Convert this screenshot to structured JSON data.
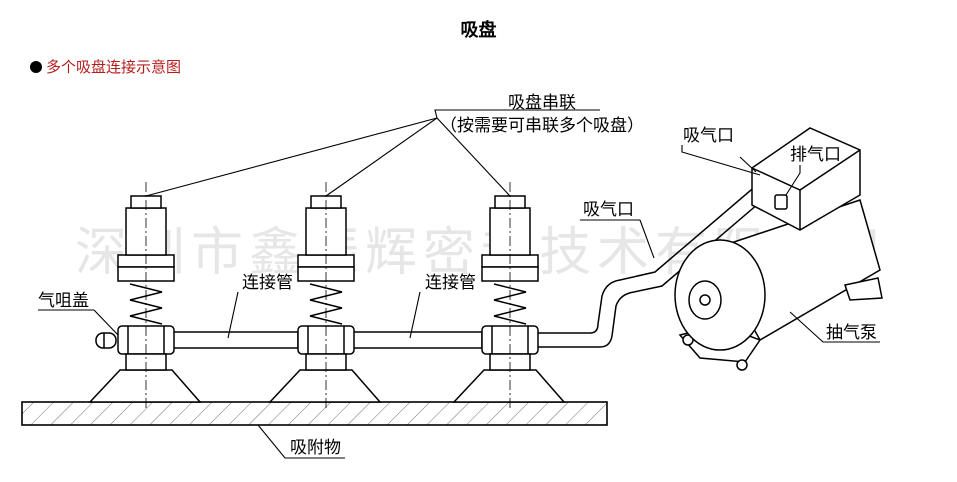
{
  "page_title": "吸盘",
  "section_heading": "多个吸盘连接示意图",
  "watermark": "深圳市鑫振辉密封技术有限公司",
  "labels": {
    "series_title": "吸盘串联",
    "series_note": "（按需要可串联多个吸盘）",
    "suction_port_top": "吸气口",
    "exhaust_port": "排气口",
    "suction_port_pipe": "吸气口",
    "air_cap": "气咀盖",
    "connecting_pipe_1": "连接管",
    "connecting_pipe_2": "连接管",
    "vacuum_pump": "抽气泵",
    "adsorbed_object": "吸附物"
  }
}
